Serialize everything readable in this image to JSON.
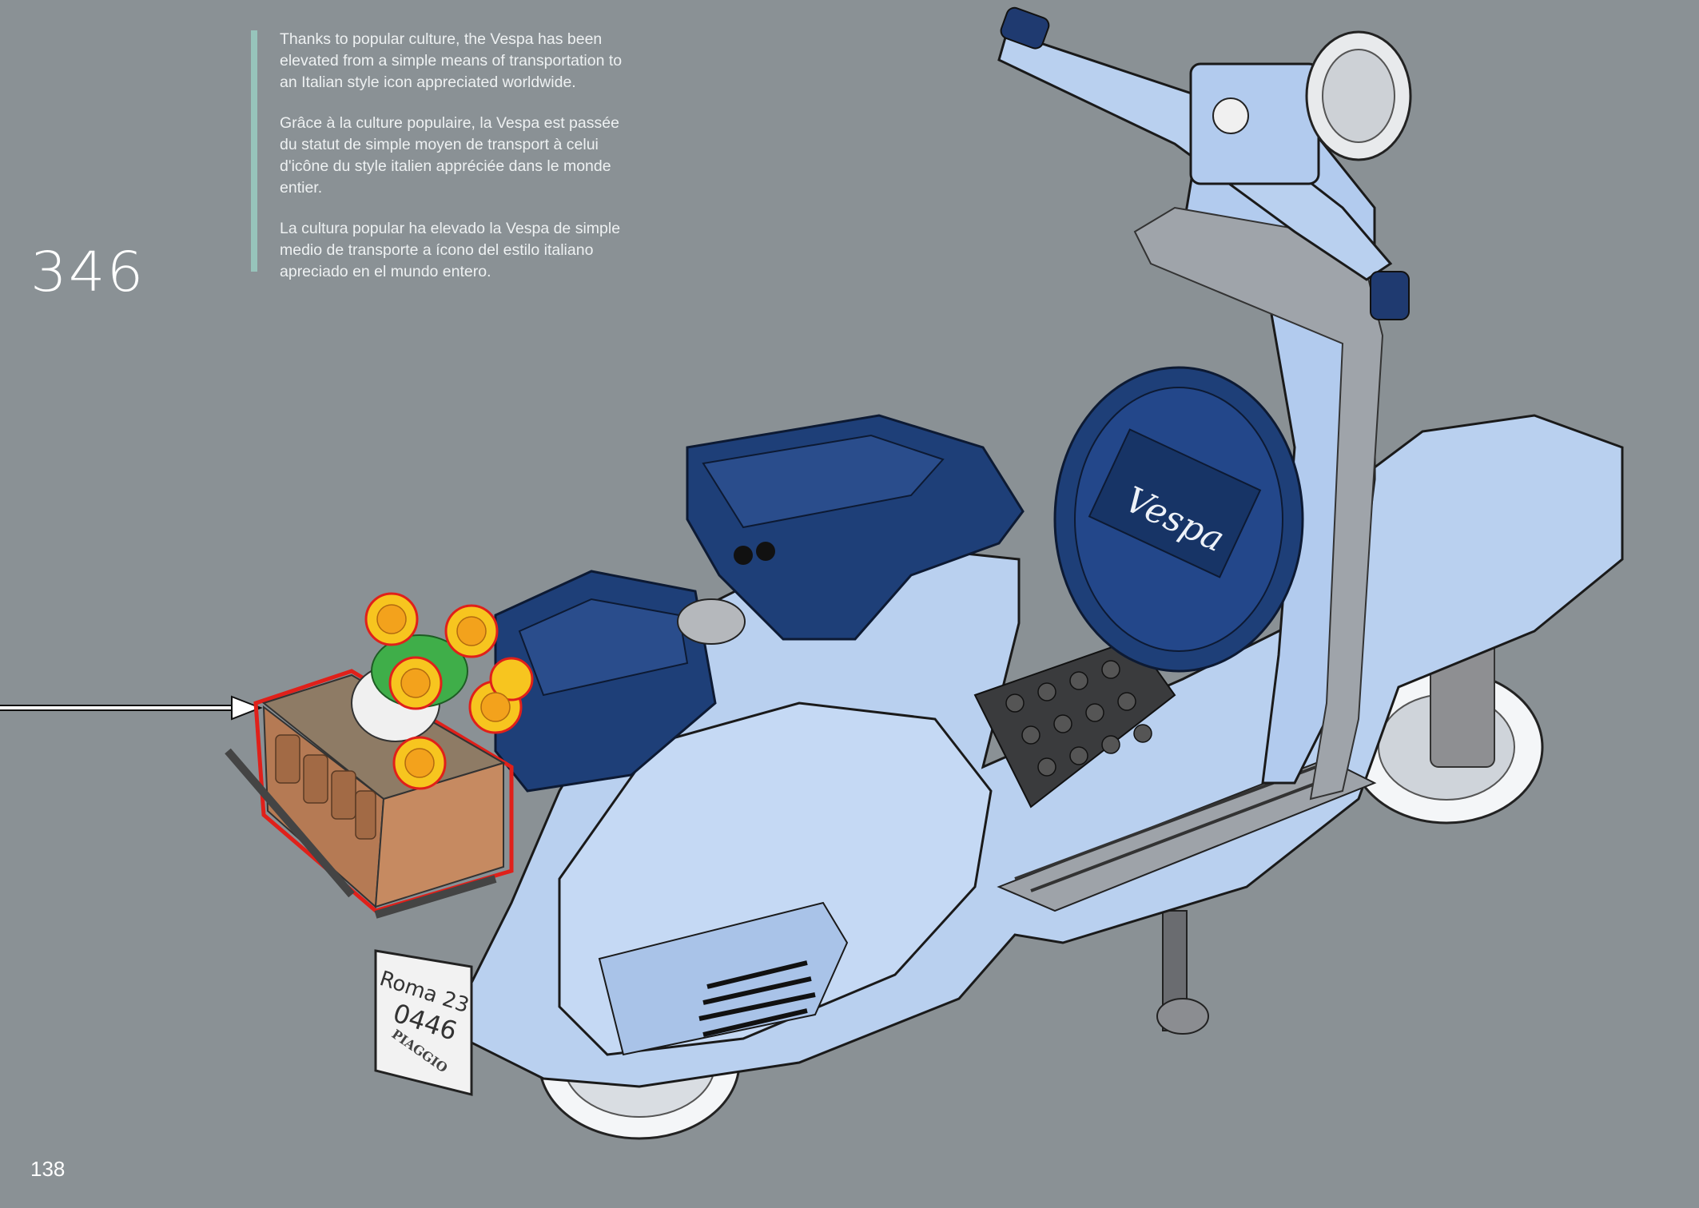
{
  "step": {
    "number": "346"
  },
  "quote": {
    "en": "Thanks to popular culture, the Vespa has been elevated from a simple means of transportation to an Italian style icon appreciated worldwide.",
    "fr": "Grâce à la culture populaire, la Vespa est passée du statut de simple moyen de transport à celui d'icône du style italien appréciée dans le monde entier.",
    "es": "La cultura popular ha elevado la Vespa de simple medio de transporte a ícono del estilo italiano apreciado en el mundo entero."
  },
  "page": {
    "number": "138"
  },
  "model": {
    "logo_text": "Vespa",
    "plate_line1": "Roma 23",
    "plate_line2": "0446",
    "plate_brand": "PIAGGIO"
  },
  "colors": {
    "background": "#8a9195",
    "accent_bar": "#97c4bb",
    "body_light_blue": "#b9d0ef",
    "seat_dark_blue": "#1e3f78",
    "highlight_red": "#e0201a",
    "crate_brown": "#b57a54",
    "flower_yellow": "#f7c51f"
  },
  "icons": [
    "arrow-right-icon"
  ]
}
